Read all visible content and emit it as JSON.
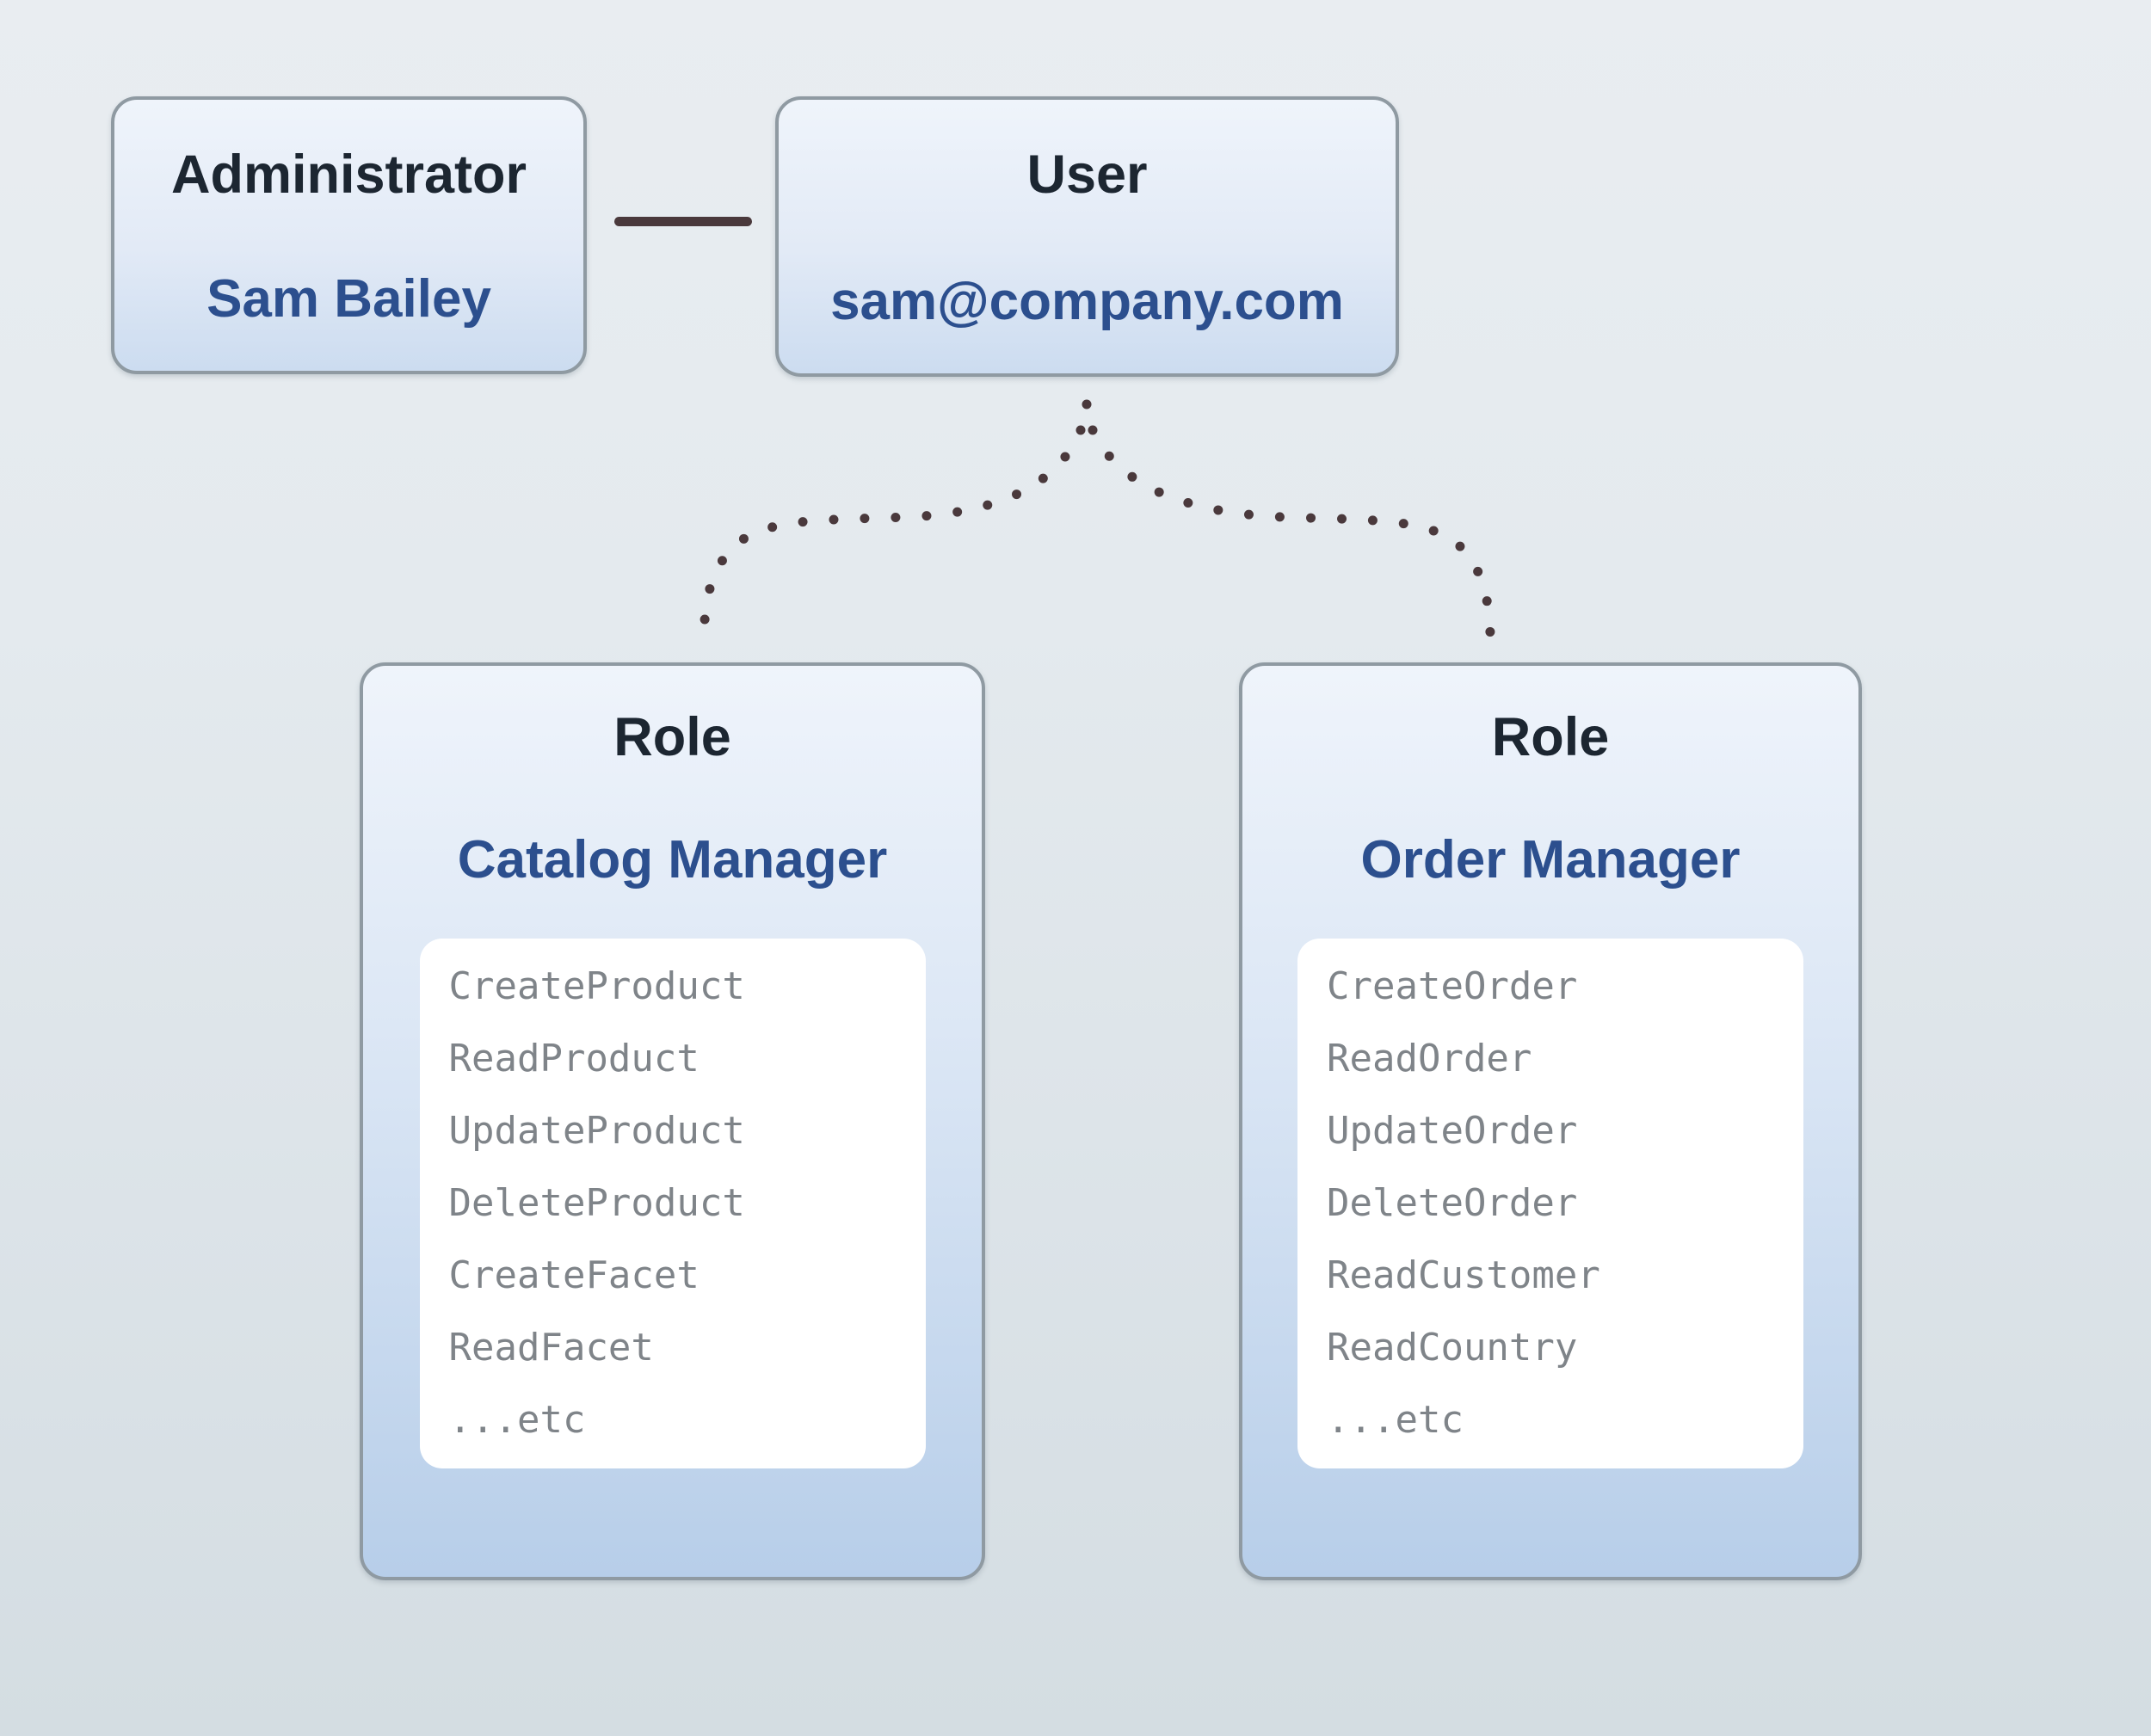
{
  "colors": {
    "accent_blue": "#2c4f8e",
    "heading_navy": "#1c2631",
    "permission_gray": "#7f8489",
    "connector_brown": "#4a393c",
    "card_border": "#8f9aa2",
    "card_fill_top": "#eff4fb",
    "card_fill_bottom": "#b7cee9",
    "entity_fill_bottom": "#ccdcf0",
    "panel_white": "#ffffff"
  },
  "administrator": {
    "title": "Administrator",
    "name": "Sam Bailey"
  },
  "user": {
    "title": "User",
    "email": "sam@company.com"
  },
  "roles": [
    {
      "title": "Role",
      "name": "Catalog Manager",
      "permissions": [
        "CreateProduct",
        "ReadProduct",
        "UpdateProduct",
        "DeleteProduct",
        "CreateFacet",
        "ReadFacet",
        "...etc"
      ]
    },
    {
      "title": "Role",
      "name": "Order Manager",
      "permissions": [
        "CreateOrder",
        "ReadOrder",
        "UpdateOrder",
        "DeleteOrder",
        "ReadCustomer",
        "ReadCountry",
        "...etc"
      ]
    }
  ]
}
